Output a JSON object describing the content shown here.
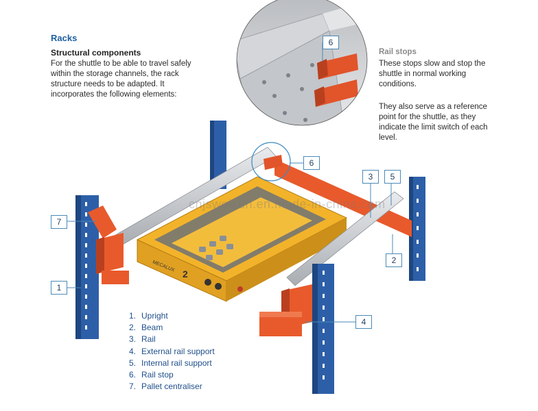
{
  "header": {
    "title": "Racks",
    "subtitle": "Structural components",
    "intro": "For the shuttle to be able to travel safely within the storage channels, the rack structure needs to be adapted. It incorporates the following elements:"
  },
  "rail_stops": {
    "title": "Rail stops",
    "p1": "These stops slow and stop the shuttle in normal working conditions.",
    "p2": "They also serve as a reference point for the shuttle, as they indicate the limit switch of each level."
  },
  "shuttle": {
    "brand": "MECALUX",
    "number": "2"
  },
  "callouts": {
    "c1": "1",
    "c2": "2",
    "c3": "3",
    "c4": "4",
    "c5": "5",
    "c6a": "6",
    "c6b": "6",
    "c7": "7"
  },
  "legend": [
    {
      "num": "1.",
      "label": "Upright"
    },
    {
      "num": "2.",
      "label": "Beam"
    },
    {
      "num": "3.",
      "label": "Rail"
    },
    {
      "num": "4.",
      "label": "External rail support"
    },
    {
      "num": "5.",
      "label": "Internal rail support"
    },
    {
      "num": "6.",
      "label": "Rail stop"
    },
    {
      "num": "7.",
      "label": "Pallet centraliser"
    }
  ],
  "watermark": "cnjsweixun.en.made-in-china.com",
  "colors": {
    "upright_blue": "#2d5fa8",
    "beam_orange": "#e85a2c",
    "rail_grey": "#c9ccd0",
    "shuttle_yellow": "#f2b32a",
    "callout_border": "#4a8ab8",
    "title_blue": "#1f5fa0"
  }
}
